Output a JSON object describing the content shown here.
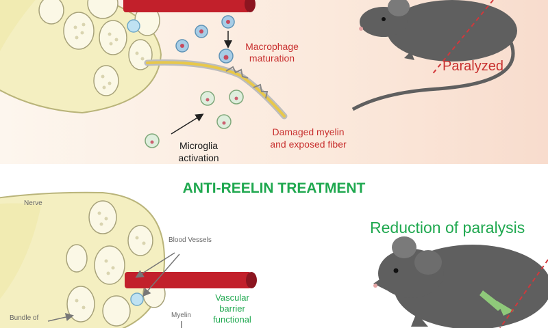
{
  "top": {
    "macrophage": "Macrophage\nmaturation",
    "paralyzed": "Paralyzed",
    "damaged": "Damaged myelin\nand exposed fiber",
    "microglia": "Microglia\nactivation"
  },
  "bottom": {
    "title": "ANTI-REELIN TREATMENT",
    "reduction": "Reduction of paralysis",
    "nerve": "Nerve",
    "blood_vessels": "Blood Vessels",
    "vascular": "Vascular\nbarrier\nfunctional",
    "myelin": "Myelin",
    "bundle": "Bundle of"
  },
  "colors": {
    "red_label": "#c8302f",
    "green_label": "#1fa84f",
    "mouse": "#5f5f5f",
    "nerve_fill": "#f4efc1",
    "vessel": "#c2202b"
  }
}
